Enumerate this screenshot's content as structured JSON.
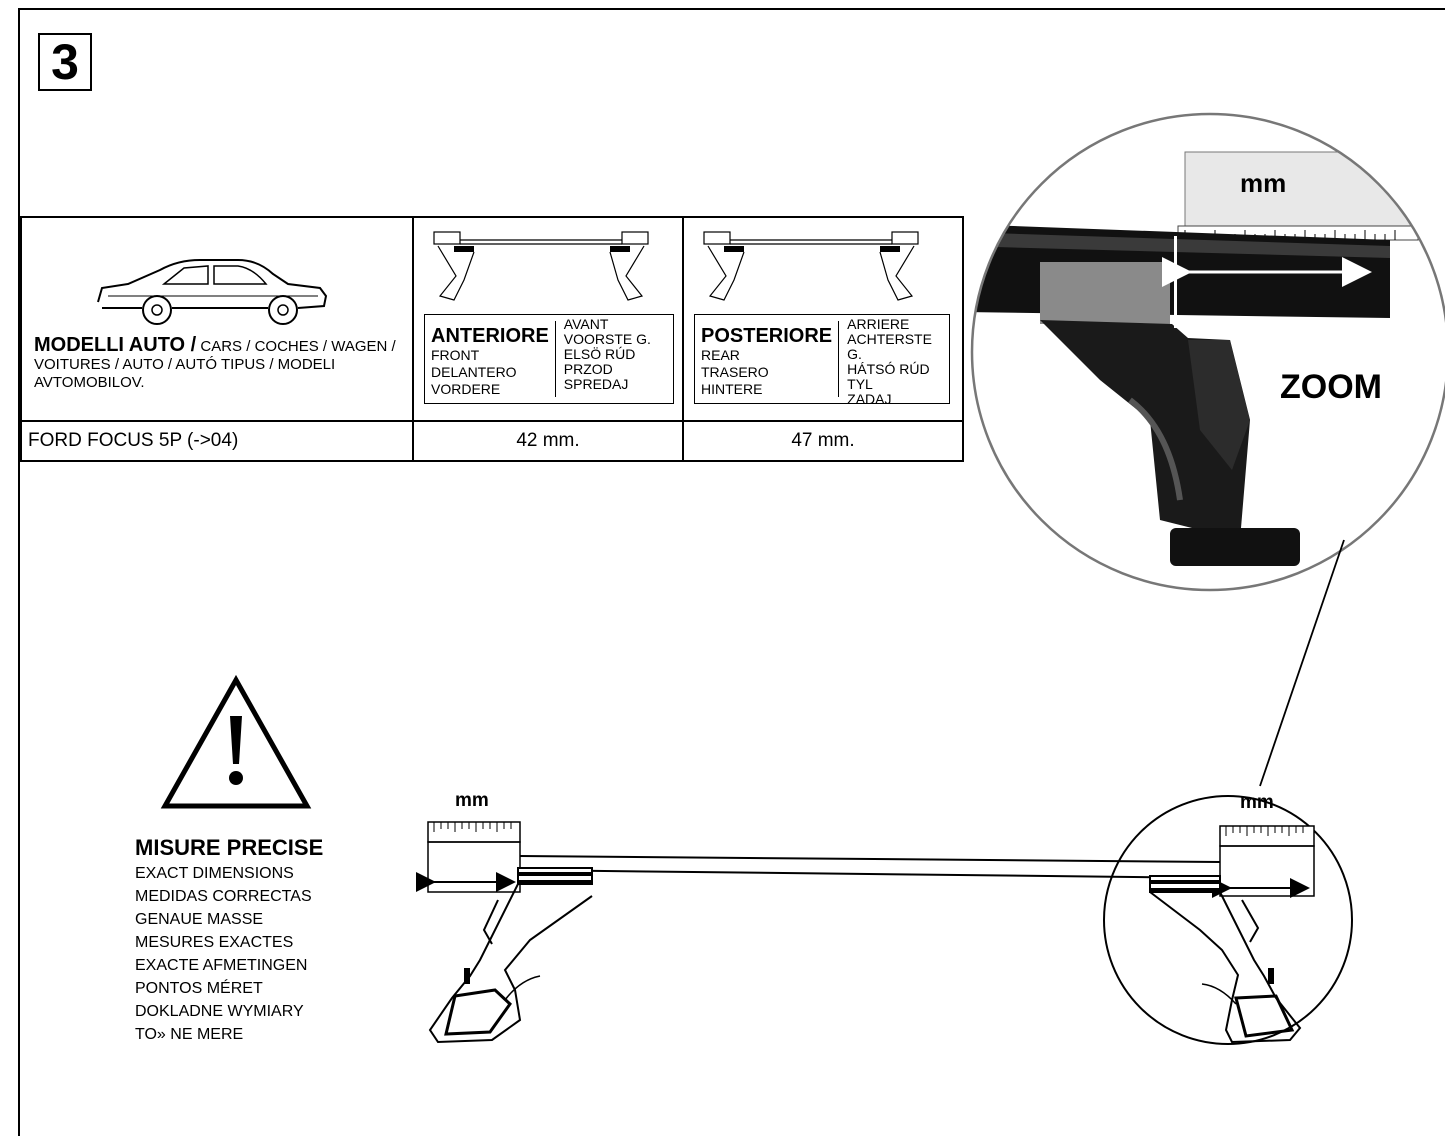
{
  "step": "3",
  "table": {
    "models_heading_bold": "MODELLI AUTO /",
    "models_heading_rest": "CARS / COCHES / WAGEN / VOITURES / AUTO / AUTÓ TIPUS / MODELI AVTOMOBILOV.",
    "front": {
      "title": "ANTERIORE",
      "left": [
        "FRONT",
        "DELANTERO",
        "VORDERE"
      ],
      "right": [
        "AVANT",
        "VOORSTE G.",
        "ELSÖ RÚD",
        "PRZOD",
        "SPREDAJ"
      ]
    },
    "rear": {
      "title": "POSTERIORE",
      "left": [
        "REAR",
        "TRASERO",
        "HINTERE"
      ],
      "right": [
        "ARRIERE",
        "ACHTERSTE G.",
        "HÁTSÓ RÚD",
        "TYL",
        "ZADAJ"
      ]
    },
    "row": {
      "model": "FORD FOCUS 5P (->04)",
      "front_value": "42 mm.",
      "rear_value": "47 mm."
    }
  },
  "zoom": {
    "label": "ZOOM",
    "unit": "mm"
  },
  "diagram": {
    "unit_left": "mm",
    "unit_right": "mm"
  },
  "warning": {
    "icon": "warning-triangle-icon",
    "title": "MISURE PRECISE",
    "lines": [
      "EXACT DIMENSIONS",
      "MEDIDAS CORRECTAS",
      "GENAUE MASSE",
      "MESURES EXACTES",
      "EXACTE AFMETINGEN",
      "PONTOS MÉRET",
      "DOKLADNE WYMIARY",
      "TO» NE MERE"
    ]
  }
}
